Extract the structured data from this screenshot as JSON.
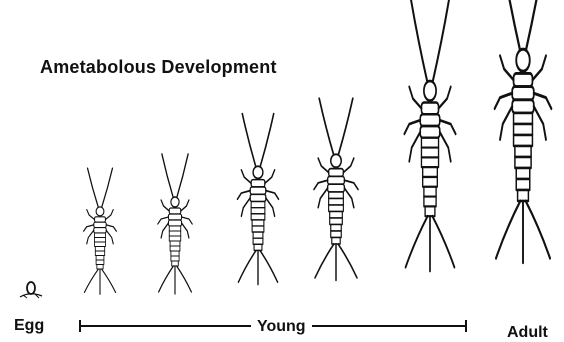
{
  "title": "Ametabolous Development",
  "stages": {
    "egg": "Egg",
    "young": "Young",
    "adult": "Adult"
  },
  "colors": {
    "ink": "#111111",
    "background": "#ffffff"
  },
  "icons": [
    "egg-icon",
    "insect-icon"
  ]
}
